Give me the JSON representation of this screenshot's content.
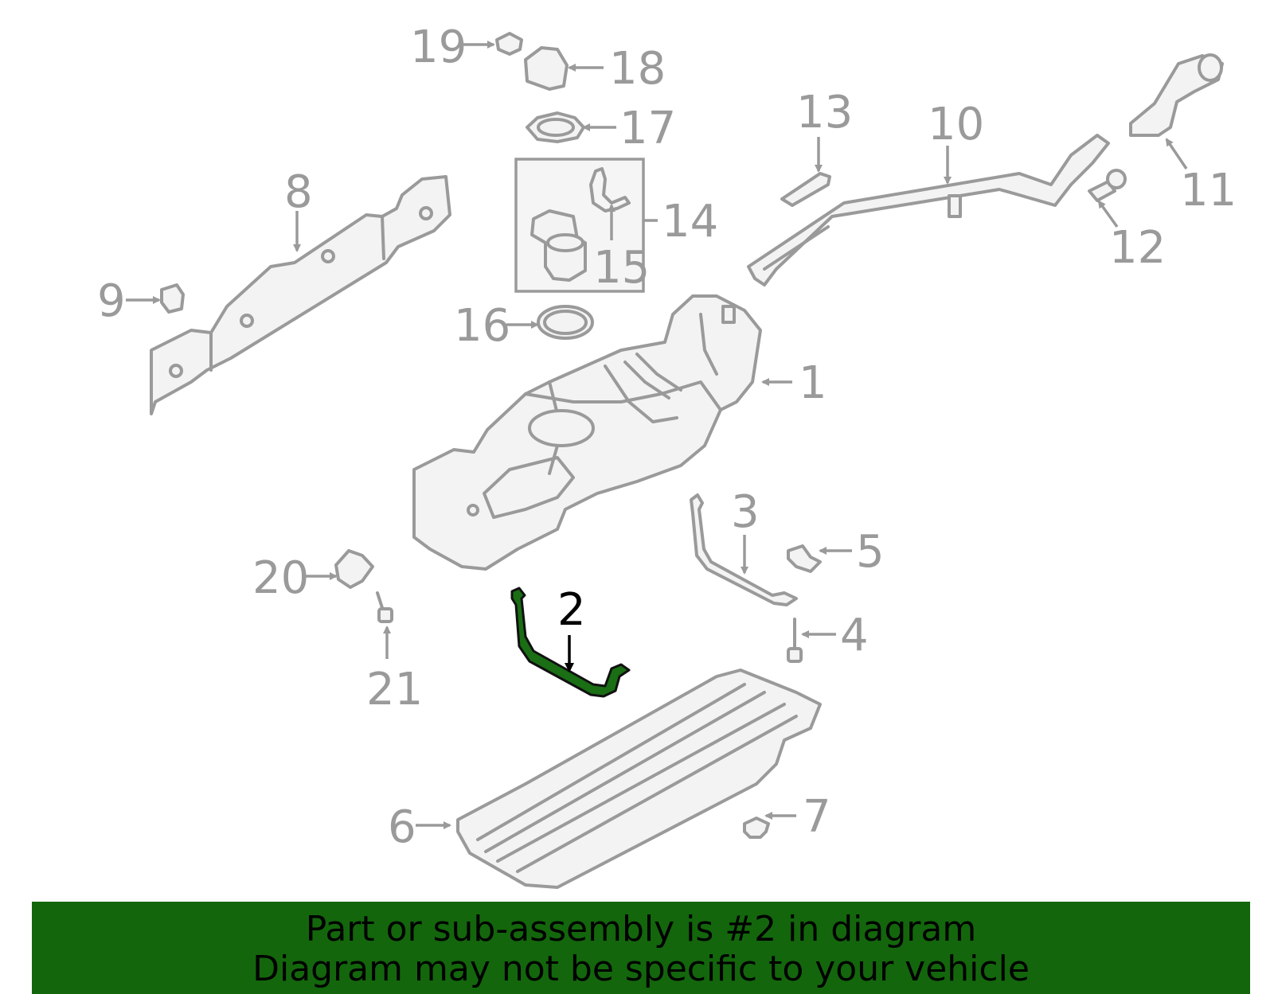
{
  "highlighted_part": "2",
  "callouts": {
    "c1": "1",
    "c2": "2",
    "c3": "3",
    "c4": "4",
    "c5": "5",
    "c6": "6",
    "c7": "7",
    "c8": "8",
    "c9": "9",
    "c10": "10",
    "c11": "11",
    "c12": "12",
    "c13": "13",
    "c14": "14",
    "c15": "15",
    "c16": "16",
    "c17": "17",
    "c18": "18",
    "c19": "19",
    "c20": "20",
    "c21": "21"
  },
  "banner": {
    "line1": "Part or sub-assembly is #2 in diagram",
    "line2": "Diagram may not be specific to your vehicle"
  },
  "colors": {
    "highlight": "#1a6e14",
    "banner": "#13660c",
    "part_stroke": "#9a9a9a"
  }
}
